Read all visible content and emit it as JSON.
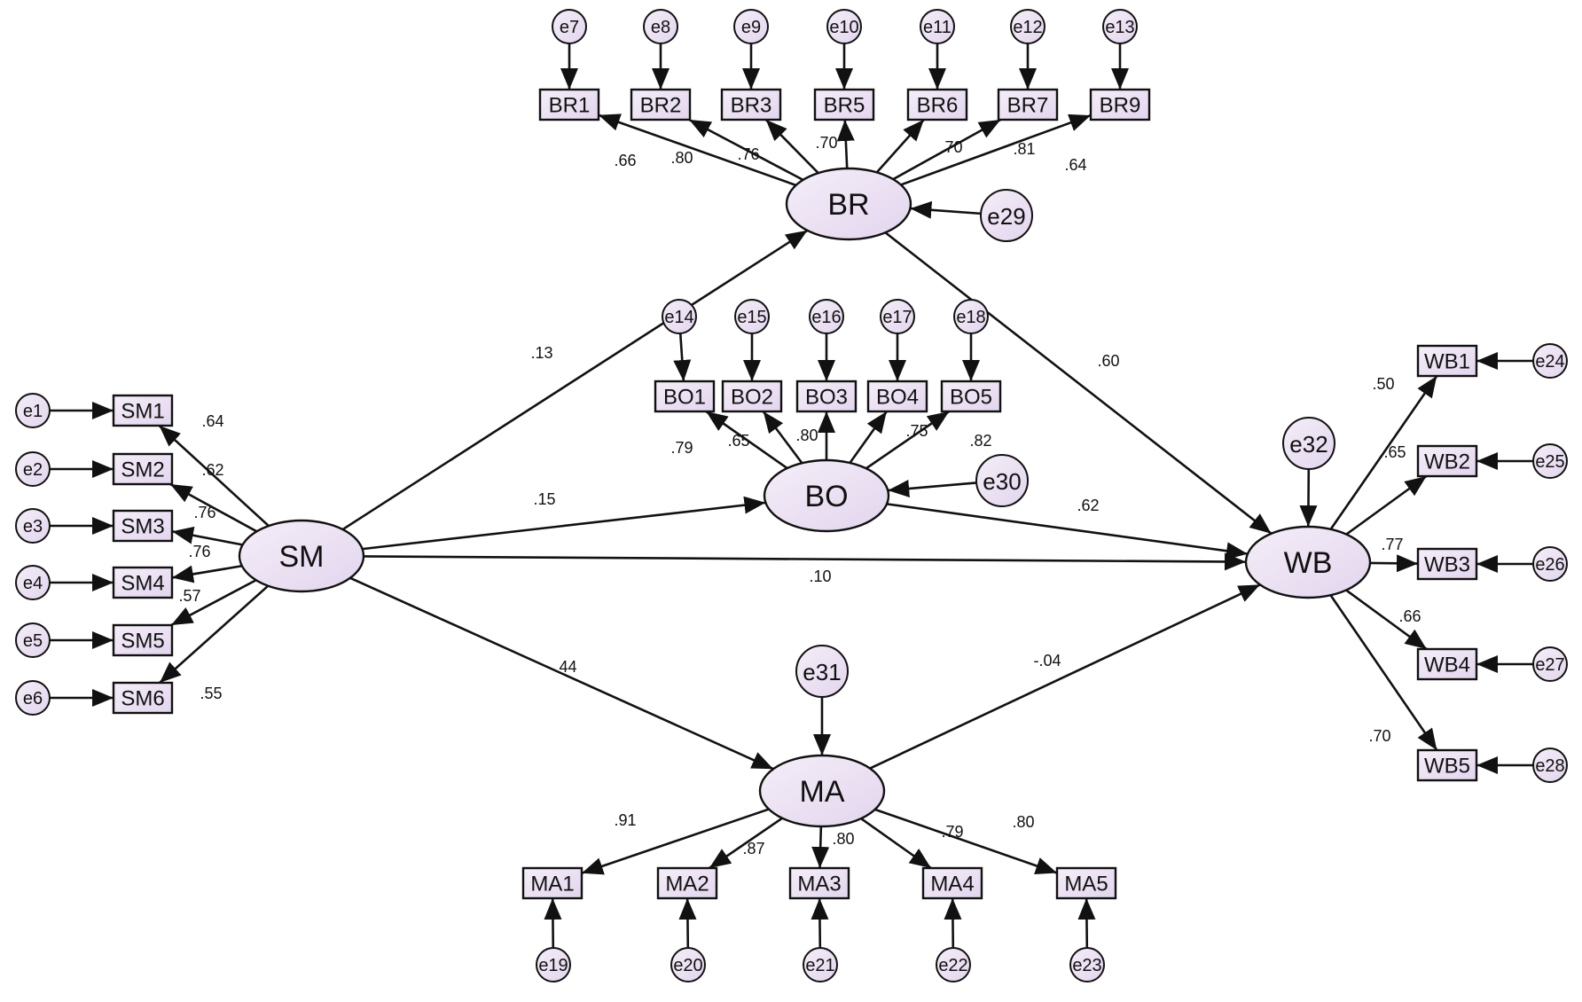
{
  "latents": [
    {
      "id": "SM",
      "label": "SM"
    },
    {
      "id": "BR",
      "label": "BR"
    },
    {
      "id": "BO",
      "label": "BO"
    },
    {
      "id": "MA",
      "label": "MA"
    },
    {
      "id": "WB",
      "label": "WB"
    }
  ],
  "indicators": [
    {
      "id": "SM1",
      "label": "SM1"
    },
    {
      "id": "SM2",
      "label": "SM2"
    },
    {
      "id": "SM3",
      "label": "SM3"
    },
    {
      "id": "SM4",
      "label": "SM4"
    },
    {
      "id": "SM5",
      "label": "SM5"
    },
    {
      "id": "SM6",
      "label": "SM6"
    },
    {
      "id": "BR1",
      "label": "BR1"
    },
    {
      "id": "BR2",
      "label": "BR2"
    },
    {
      "id": "BR3",
      "label": "BR3"
    },
    {
      "id": "BR5",
      "label": "BR5"
    },
    {
      "id": "BR6",
      "label": "BR6"
    },
    {
      "id": "BR7",
      "label": "BR7"
    },
    {
      "id": "BR9",
      "label": "BR9"
    },
    {
      "id": "BO1",
      "label": "BO1"
    },
    {
      "id": "BO2",
      "label": "BO2"
    },
    {
      "id": "BO3",
      "label": "BO3"
    },
    {
      "id": "BO4",
      "label": "BO4"
    },
    {
      "id": "BO5",
      "label": "BO5"
    },
    {
      "id": "MA1",
      "label": "MA1"
    },
    {
      "id": "MA2",
      "label": "MA2"
    },
    {
      "id": "MA3",
      "label": "MA3"
    },
    {
      "id": "MA4",
      "label": "MA4"
    },
    {
      "id": "MA5",
      "label": "MA5"
    },
    {
      "id": "WB1",
      "label": "WB1"
    },
    {
      "id": "WB2",
      "label": "WB2"
    },
    {
      "id": "WB3",
      "label": "WB3"
    },
    {
      "id": "WB4",
      "label": "WB4"
    },
    {
      "id": "WB5",
      "label": "WB5"
    }
  ],
  "errors": [
    {
      "id": "e1",
      "label": "e1",
      "target": "SM1"
    },
    {
      "id": "e2",
      "label": "e2",
      "target": "SM2"
    },
    {
      "id": "e3",
      "label": "e3",
      "target": "SM3"
    },
    {
      "id": "e4",
      "label": "e4",
      "target": "SM4"
    },
    {
      "id": "e5",
      "label": "e5",
      "target": "SM5"
    },
    {
      "id": "e6",
      "label": "e6",
      "target": "SM6"
    },
    {
      "id": "e7",
      "label": "e7",
      "target": "BR1"
    },
    {
      "id": "e8",
      "label": "e8",
      "target": "BR2"
    },
    {
      "id": "e9",
      "label": "e9",
      "target": "BR3"
    },
    {
      "id": "e10",
      "label": "e10",
      "target": "BR5"
    },
    {
      "id": "e11",
      "label": "e11",
      "target": "BR6"
    },
    {
      "id": "e12",
      "label": "e12",
      "target": "BR7"
    },
    {
      "id": "e13",
      "label": "e13",
      "target": "BR9"
    },
    {
      "id": "e14",
      "label": "e14",
      "target": "BO1"
    },
    {
      "id": "e15",
      "label": "e15",
      "target": "BO2"
    },
    {
      "id": "e16",
      "label": "e16",
      "target": "BO3"
    },
    {
      "id": "e17",
      "label": "e17",
      "target": "BO4"
    },
    {
      "id": "e18",
      "label": "e18",
      "target": "BO5"
    },
    {
      "id": "e19",
      "label": "e19",
      "target": "MA1"
    },
    {
      "id": "e20",
      "label": "e20",
      "target": "MA2"
    },
    {
      "id": "e21",
      "label": "e21",
      "target": "MA3"
    },
    {
      "id": "e22",
      "label": "e22",
      "target": "MA4"
    },
    {
      "id": "e23",
      "label": "e23",
      "target": "MA5"
    },
    {
      "id": "e24",
      "label": "e24",
      "target": "WB1"
    },
    {
      "id": "e25",
      "label": "e25",
      "target": "WB2"
    },
    {
      "id": "e26",
      "label": "e26",
      "target": "WB3"
    },
    {
      "id": "e27",
      "label": "e27",
      "target": "WB4"
    },
    {
      "id": "e28",
      "label": "e28",
      "target": "WB5"
    },
    {
      "id": "e29",
      "label": "e29",
      "target": "BR"
    },
    {
      "id": "e30",
      "label": "e30",
      "target": "BO"
    },
    {
      "id": "e31",
      "label": "e31",
      "target": "MA"
    },
    {
      "id": "e32",
      "label": "e32",
      "target": "WB"
    }
  ],
  "loadings": [
    {
      "from": "SM",
      "to": "SM1",
      "value": ".64"
    },
    {
      "from": "SM",
      "to": "SM2",
      "value": ".62"
    },
    {
      "from": "SM",
      "to": "SM3",
      "value": ".76"
    },
    {
      "from": "SM",
      "to": "SM4",
      "value": ".76"
    },
    {
      "from": "SM",
      "to": "SM5",
      "value": ".57"
    },
    {
      "from": "SM",
      "to": "SM6",
      "value": ".55"
    },
    {
      "from": "BR",
      "to": "BR1",
      "value": ".66"
    },
    {
      "from": "BR",
      "to": "BR2",
      "value": ".80"
    },
    {
      "from": "BR",
      "to": "BR3",
      "value": ".76"
    },
    {
      "from": "BR",
      "to": "BR5",
      "value": ".70"
    },
    {
      "from": "BR",
      "to": "BR6",
      "value": ".70"
    },
    {
      "from": "BR",
      "to": "BR7",
      "value": ".81"
    },
    {
      "from": "BR",
      "to": "BR9",
      "value": ".64"
    },
    {
      "from": "BO",
      "to": "BO1",
      "value": ".79"
    },
    {
      "from": "BO",
      "to": "BO2",
      "value": ".65"
    },
    {
      "from": "BO",
      "to": "BO3",
      "value": ".80"
    },
    {
      "from": "BO",
      "to": "BO4",
      "value": ".75"
    },
    {
      "from": "BO",
      "to": "BO5",
      "value": ".82"
    },
    {
      "from": "MA",
      "to": "MA1",
      "value": ".91"
    },
    {
      "from": "MA",
      "to": "MA2",
      "value": ".87"
    },
    {
      "from": "MA",
      "to": "MA3",
      "value": ".80"
    },
    {
      "from": "MA",
      "to": "MA4",
      "value": ".79"
    },
    {
      "from": "MA",
      "to": "MA5",
      "value": ".80"
    },
    {
      "from": "WB",
      "to": "WB1",
      "value": ".50"
    },
    {
      "from": "WB",
      "to": "WB2",
      "value": ".65"
    },
    {
      "from": "WB",
      "to": "WB3",
      "value": ".77"
    },
    {
      "from": "WB",
      "to": "WB4",
      "value": ".66"
    },
    {
      "from": "WB",
      "to": "WB5",
      "value": ".70"
    }
  ],
  "structural": [
    {
      "from": "SM",
      "to": "BR",
      "value": ".13"
    },
    {
      "from": "SM",
      "to": "BO",
      "value": ".15"
    },
    {
      "from": "SM",
      "to": "WB",
      "value": ".10"
    },
    {
      "from": "SM",
      "to": "MA",
      "value": ".44"
    },
    {
      "from": "BR",
      "to": "WB",
      "value": ".60"
    },
    {
      "from": "BO",
      "to": "WB",
      "value": ".62"
    },
    {
      "from": "MA",
      "to": "WB",
      "value": "-.04"
    }
  ],
  "colors": {
    "node_fill_light": "#f5eef8",
    "node_fill_dark": "#e2d5ee",
    "stroke": "#111111"
  }
}
